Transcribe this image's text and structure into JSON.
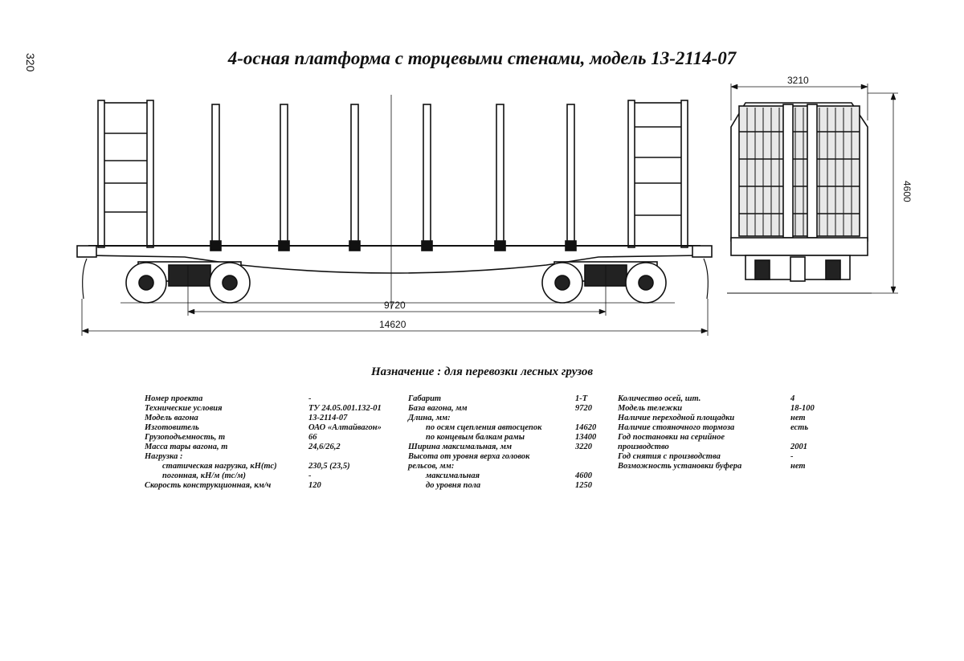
{
  "page_number": "320",
  "title": "4-осная платформа  с торцевыми стенами, модель 13-2114-07",
  "dimensions": {
    "base": "9720",
    "length": "14620",
    "width": "3210",
    "height": "4600"
  },
  "purpose": "Назначение : для перевозки лесных грузов",
  "col1": {
    "labels": [
      "Номер проекта",
      "Технические условия",
      "Модель вагона",
      "Изготовитель",
      "Грузоподъемность, т",
      "Масса тары вагона, т",
      "Нагрузка :",
      "статическая нагрузка, кН(тс)",
      "погонная, кН/м (тс/м)",
      "Скорость конструкционная, км/ч"
    ],
    "values": [
      "-",
      "ТУ 24.05.001.132-01",
      "13-2114-07",
      "ОАО «Алтайвагон»",
      "66",
      "24,6/26,2",
      "",
      "230,5 (23,5)",
      "-",
      "120"
    ]
  },
  "col2": {
    "labels": [
      "Габарит",
      "База вагона, мм",
      "Длина, мм:",
      "по осям сцепления автосцепок",
      "по концевым балкам рамы",
      "Ширина максимальная, мм",
      "Высота от уровня верха головок",
      "рельсов, мм:",
      "максимальная",
      "до уровня пола"
    ],
    "values": [
      "1-Т",
      "9720",
      "",
      "14620",
      "13400",
      "3220",
      "",
      "",
      "4600",
      "1250"
    ]
  },
  "col3": {
    "labels": [
      "Количество осей, шт.",
      "Модель тележки",
      "Наличие переходной площадки",
      "Наличие стояночного тормоза",
      "Год постановки на серийное",
      "производство",
      "Год снятия с производства",
      "Возможность установки буфера"
    ],
    "values": [
      "4",
      "18-100",
      "нет",
      "есть",
      "",
      "2001",
      "-",
      "нет"
    ]
  }
}
